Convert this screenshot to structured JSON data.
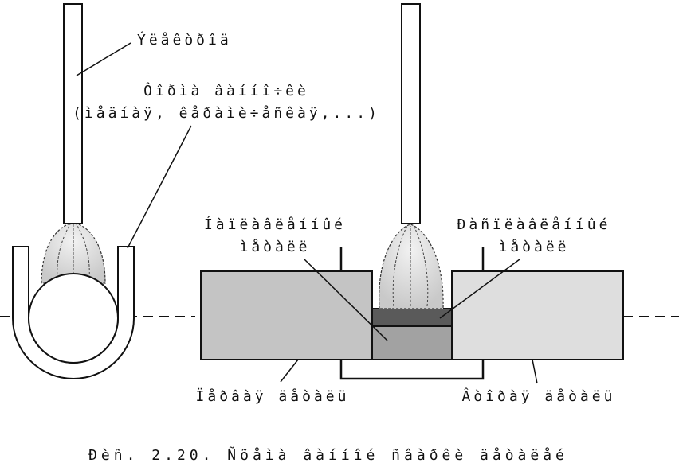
{
  "labels": {
    "electrode": "Ýëåêòðîä",
    "bath_shape_line1": "Ôîðìà âàííî÷êè",
    "bath_shape_line2": "(ìåäíàÿ, êåðàìè÷åñêàÿ,...)",
    "molten_metal_left_line1": "Íàïëàâëåííûé",
    "molten_metal_left_line2": "ìåòàëë",
    "molten_metal_right_line1": "Ðàñïëàâëåííûé",
    "molten_metal_right_line2": "ìåòàëë",
    "lower_part": "Ïåðâàÿ äåòàëü",
    "upper_part": "Âòîðàÿ äåòàëü"
  },
  "caption": "Ðèñ. 2.20. Ñõåìà âàííîé ñâàðêè äåòàëåé",
  "colors": {
    "outline": "#111111",
    "left_block": "#c4c4c4",
    "right_block": "#dedede",
    "molten_bottom": "#a2a2a2",
    "molten_top": "#5a5a5a",
    "arc_glow": "#d8d8d8"
  }
}
